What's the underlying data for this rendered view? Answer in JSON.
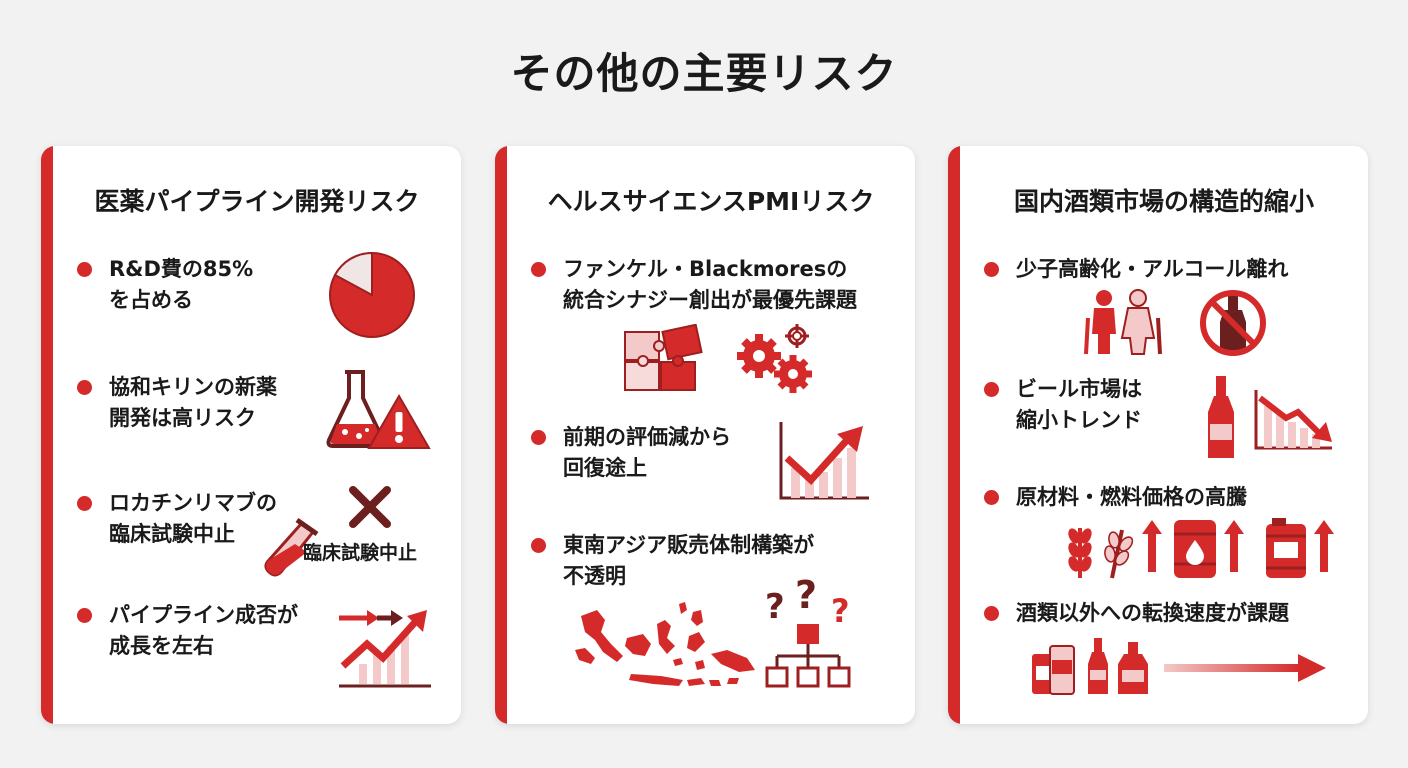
{
  "title": "その他の主要リスク",
  "colors": {
    "accent": "#d42a2a",
    "dark": "#6b1f1f",
    "light": "#f3c9c9"
  },
  "cards": [
    {
      "title": "医薬パイプライン開発リスク",
      "items": [
        {
          "line1": "R&D費の85%",
          "line2": "を占める",
          "icon": "pie-chart-icon"
        },
        {
          "line1": "協和キリンの新薬",
          "line2": "開発は高リスク",
          "icon": "flask-warning-icon"
        },
        {
          "line1": "ロカチンリマブの",
          "line2": "臨床試験中止",
          "icon": "test-tube-cross-icon",
          "caption": "臨床試験中止"
        },
        {
          "line1": "パイプライン成否が",
          "line2": "成長を左右",
          "icon": "growth-arrow-chart-icon"
        }
      ]
    },
    {
      "title": "ヘルスサイエンスPMIリスク",
      "items": [
        {
          "line1": "ファンケル・Blackmoresの",
          "line2": "統合シナジー創出が最優先課題",
          "icon": "puzzle-gears-icon"
        },
        {
          "line1": "前期の評価減から",
          "line2": "回復途上",
          "icon": "recovery-chart-icon"
        },
        {
          "line1": "東南アジア販売体制構築が",
          "line2": "不透明",
          "icon": "asia-map-question-icon"
        }
      ]
    },
    {
      "title": "国内酒類市場の構造的縮小",
      "items": [
        {
          "line1": "少子高齢化・アルコール離れ",
          "line2": "",
          "icon": "elderly-no-alcohol-icon"
        },
        {
          "line1": "ビール市場は",
          "line2": "縮小トレンド",
          "icon": "bottle-decline-chart-icon"
        },
        {
          "line1": "原材料・燃料価格の高騰",
          "line2": "",
          "icon": "wheat-oil-up-icon"
        },
        {
          "line1": "酒類以外への転換速度が課題",
          "line2": "",
          "icon": "products-arrow-icon"
        }
      ]
    }
  ]
}
